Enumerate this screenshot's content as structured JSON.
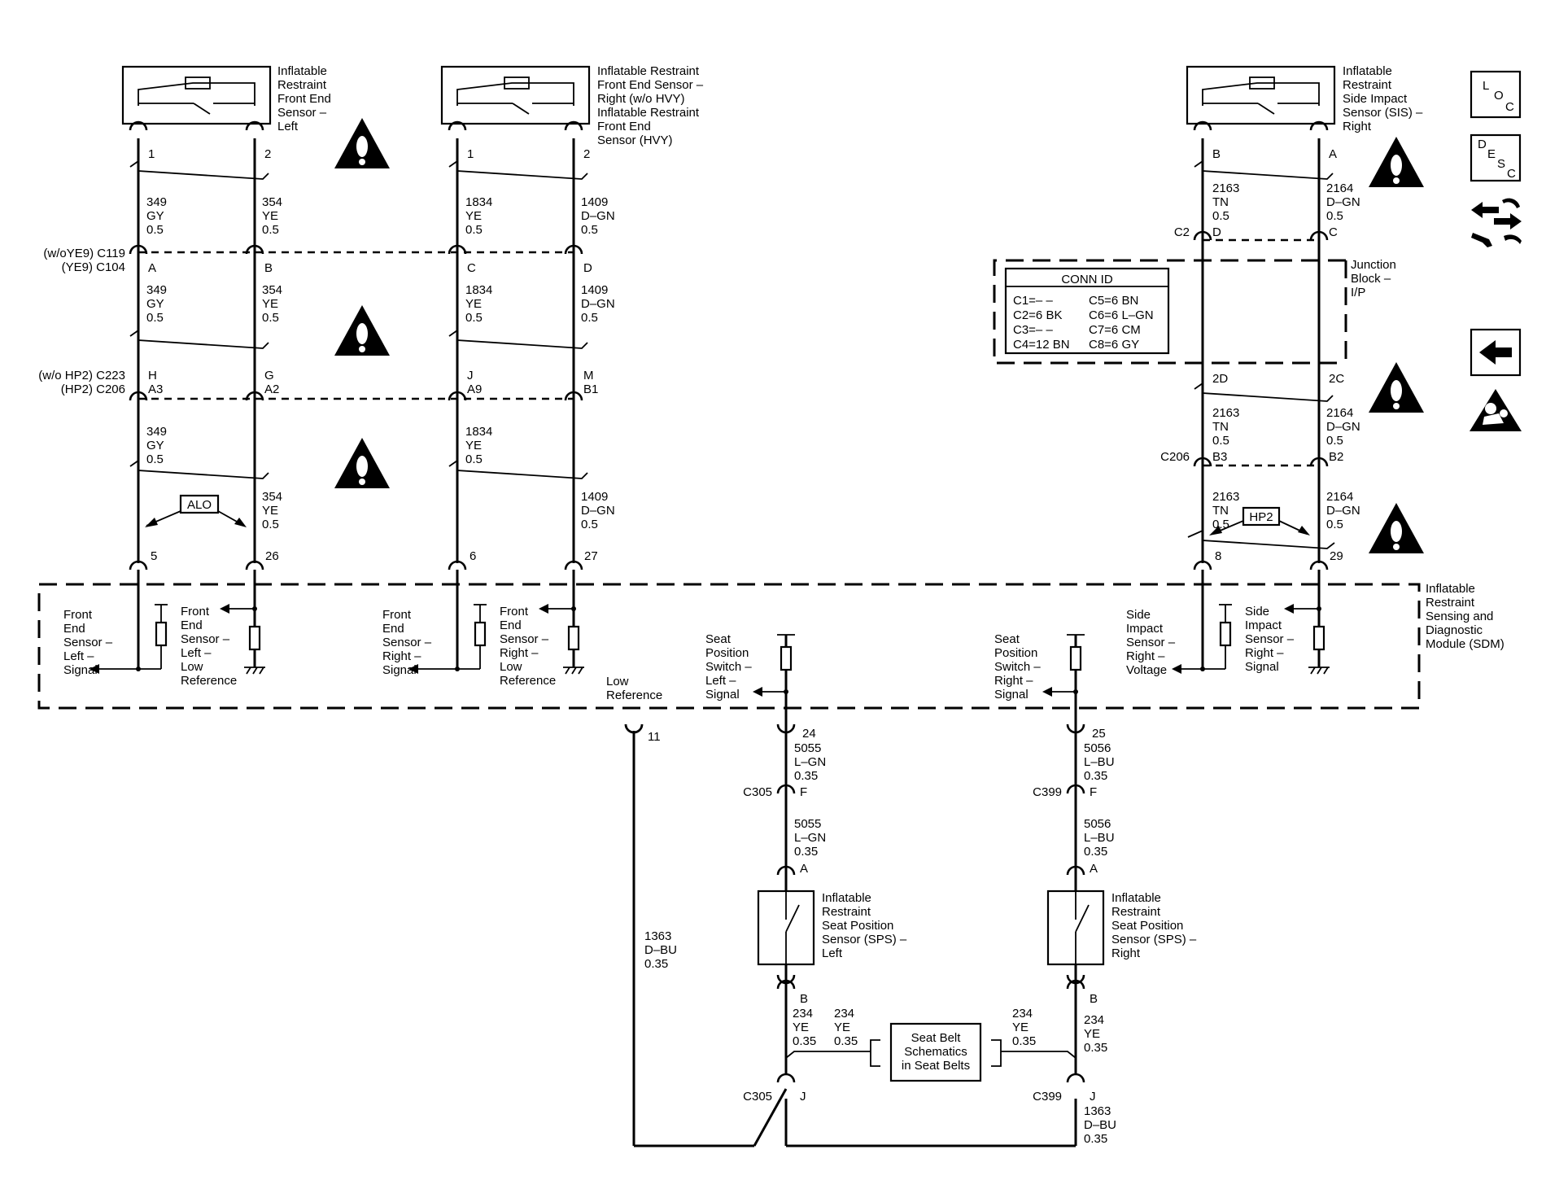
{
  "components": {
    "front_sensor_left": [
      "Inflatable",
      "Restraint",
      "Front End",
      "Sensor –",
      "Left"
    ],
    "front_sensor_right": [
      "Inflatable Restraint",
      "Front End Sensor –",
      "Right (w/o HVY)",
      "Inflatable Restraint",
      "Front End",
      "Sensor (HVY)"
    ],
    "sis_right": [
      "Inflatable",
      "Restraint",
      "Side Impact",
      "Sensor (SIS) –",
      "Right"
    ],
    "junction_block": [
      "Junction",
      "Block –",
      "I/P"
    ],
    "sdm": [
      "Inflatable",
      "Restraint",
      "Sensing and",
      "Diagnostic",
      "Module (SDM)"
    ],
    "sps_left": [
      "Inflatable",
      "Restraint",
      "Seat Position",
      "Sensor (SPS) –",
      "Left"
    ],
    "sps_right": [
      "Inflatable",
      "Restraint",
      "Seat Position",
      "Sensor (SPS) –",
      "Right"
    ],
    "seat_belt": [
      "Seat Belt",
      "Schematics",
      "in Seat Belts"
    ]
  },
  "conn_id": {
    "title": "CONN ID",
    "rows": [
      [
        "C1=– –",
        "C5=6 BN"
      ],
      [
        "C2=6 BK",
        "C6=6 L–GN"
      ],
      [
        "C3=– –",
        "C7=6 CM"
      ],
      [
        "C4=12 BN",
        "C8=6 GY"
      ]
    ]
  },
  "connectors": {
    "c119": "(w/oYE9) C119",
    "c104": "(YE9) C104",
    "c223": "(w/o HP2) C223",
    "c206_hp2": "(HP2) C206",
    "c2": "C2",
    "c206": "C206",
    "c305": "C305",
    "c399": "C399"
  },
  "pins": {
    "fl1": "1",
    "fl2": "2",
    "fr1": "1",
    "fr2": "2",
    "sisB": "B",
    "sisA": "A",
    "A": "A",
    "B": "B",
    "C": "C",
    "D": "D",
    "c2D": "D",
    "c2C": "C",
    "H": "H",
    "G": "G",
    "J": "J",
    "M": "M",
    "A3": "A3",
    "A2": "A2",
    "A9": "A9",
    "B1": "B1",
    "2D": "2D",
    "2C": "2C",
    "B3": "B3",
    "B2": "B2",
    "p5": "5",
    "p26": "26",
    "p6": "6",
    "p27": "27",
    "p8": "8",
    "p29": "29",
    "p11": "11",
    "p24": "24",
    "p25": "25",
    "F1": "F",
    "F2": "F",
    "A1": "A",
    "A2b": "A",
    "Bl": "B",
    "Br": "B",
    "J1": "J",
    "J2": "J"
  },
  "wires": {
    "w349": [
      "349",
      "GY",
      "0.5"
    ],
    "w354": [
      "354",
      "YE",
      "0.5"
    ],
    "w1834": [
      "1834",
      "YE",
      "0.5"
    ],
    "w1409": [
      "1409",
      "D–GN",
      "0.5"
    ],
    "w2163": [
      "2163",
      "TN",
      "0.5"
    ],
    "w2164": [
      "2164",
      "D–GN",
      "0.5"
    ],
    "w5055": [
      "5055",
      "L–GN",
      "0.35"
    ],
    "w5056": [
      "5056",
      "L–BU",
      "0.35"
    ],
    "w234": [
      "234",
      "YE",
      "0.35"
    ],
    "w1363": [
      "1363",
      "D–BU",
      "0.35"
    ]
  },
  "options": {
    "alo": "ALO",
    "hp2": "HP2"
  },
  "sdm_labels": {
    "fes_left_signal": [
      "Front",
      "End",
      "Sensor –",
      "Left –",
      "Signal"
    ],
    "fes_left_low": [
      "Front",
      "End",
      "Sensor –",
      "Left –",
      "Low",
      "Reference"
    ],
    "fes_right_signal": [
      "Front",
      "End",
      "Sensor –",
      "Right –",
      "Signal"
    ],
    "fes_right_low": [
      "Front",
      "End",
      "Sensor –",
      "Right –",
      "Low",
      "Reference"
    ],
    "low_ref": [
      "Low",
      "Reference"
    ],
    "sps_left_signal": [
      "Seat",
      "Position",
      "Switch –",
      "Left –",
      "Signal"
    ],
    "sps_right_signal": [
      "Seat",
      "Position",
      "Switch –",
      "Right –",
      "Signal"
    ],
    "sis_voltage": [
      "Side",
      "Impact",
      "Sensor –",
      "Right –",
      "Voltage"
    ],
    "sis_signal": [
      "Side",
      "Impact",
      "Sensor –",
      "Right –",
      "Signal"
    ]
  },
  "nav": {
    "loc": [
      "L",
      "O",
      "C"
    ],
    "desc": [
      "D",
      "E",
      "S",
      "C"
    ]
  }
}
